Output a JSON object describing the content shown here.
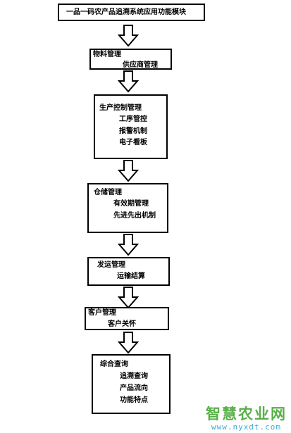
{
  "title": "一品一码农产品追溯系统应用功能模块",
  "modules": {
    "materials": {
      "title": "物料管理",
      "items": [
        "供应商管理"
      ]
    },
    "production": {
      "title": "生产控制管理",
      "items": [
        "工序管控",
        "报警机制",
        "电子看板"
      ]
    },
    "warehouse": {
      "title": "仓储管理",
      "items": [
        "有效期管理",
        "先进先出机制"
      ]
    },
    "shipping": {
      "title": "发运管理",
      "items": [
        "运输结算"
      ]
    },
    "customer": {
      "title": "客户管理",
      "items": [
        "客户关怀"
      ]
    },
    "query": {
      "title": "综合查询",
      "items": [
        "追溯查询",
        "产品流向",
        "功能特点"
      ]
    }
  },
  "watermark": {
    "name": "智慧农业网",
    "url": "www.nyxdt.com"
  },
  "colors": {
    "border": "#000000",
    "watermark_green": "#58b049",
    "watermark_blue": "#3fa9d8"
  }
}
